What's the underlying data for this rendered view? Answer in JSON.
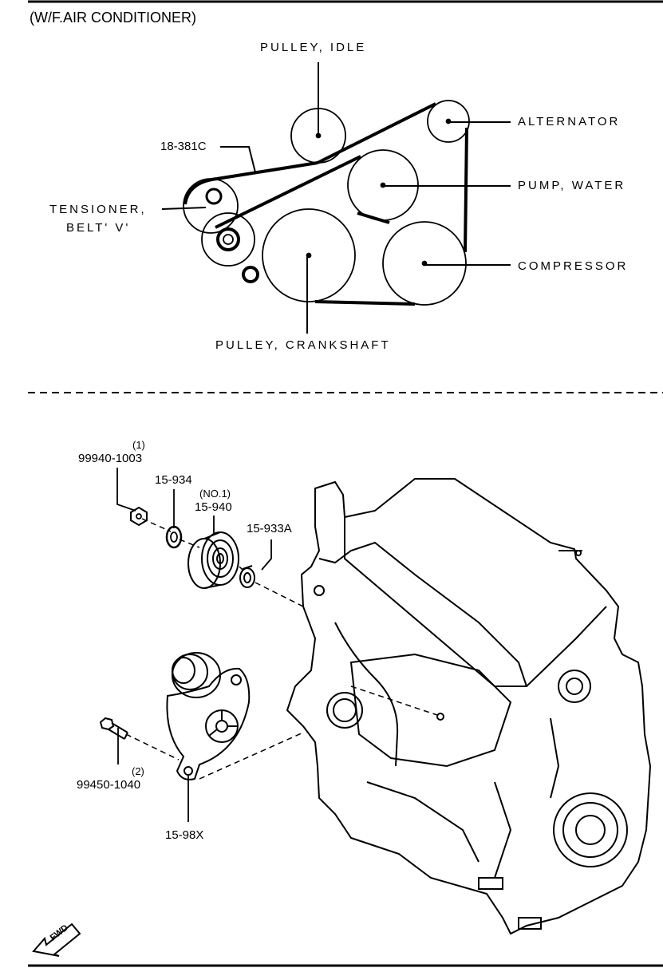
{
  "header": {
    "title": "(W/F.AIR CONDITIONER)"
  },
  "belt_diagram": {
    "labels": {
      "pulley_idle": "PULLEY, IDLE",
      "alternator": "ALTERNATOR",
      "belt_part": "18-381C",
      "pump_water": "PUMP, WATER",
      "tensioner_line1": "TENSIONER,",
      "tensioner_line2": "BELT' V'",
      "compressor": "COMPRESSOR",
      "pulley_crankshaft": "PULLEY, CRANKSHAFT"
    }
  },
  "parts_diagram": {
    "labels": {
      "bolt1_qty": "(1)",
      "bolt1_part": "99940-1003",
      "washer_part": "15-934",
      "idler_note": "(NO.1)",
      "idler_part": "15-940",
      "spacer_part": "15-933A",
      "bolt2_qty": "(2)",
      "bolt2_part": "99450-1040",
      "tensioner_part": "15-98X"
    },
    "fwd_label": "FWD"
  },
  "colors": {
    "ink": "#000000",
    "paper": "#ffffff"
  }
}
